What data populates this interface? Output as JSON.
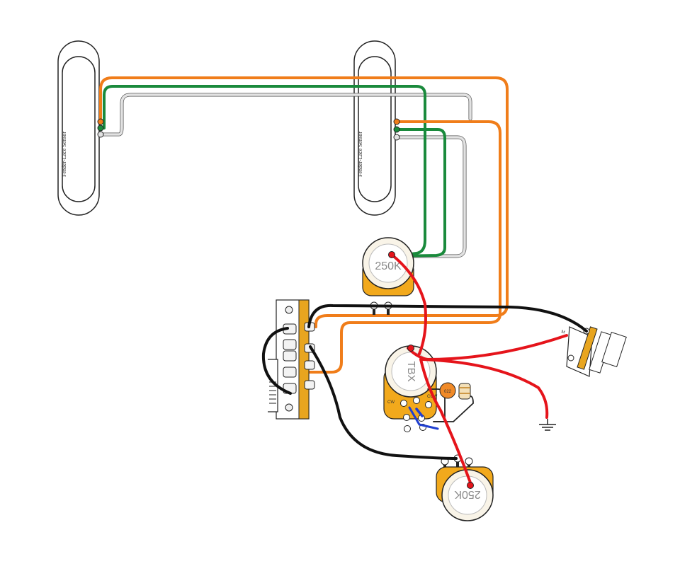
{
  "pickups": {
    "neck": {
      "brand_label": "Fender-Lace Sensor"
    },
    "bridge": {
      "brand_label": "Fender-Lace Sensor"
    }
  },
  "pots": {
    "volume": {
      "label": "250K"
    },
    "tbx": {
      "label": "TBX",
      "cw_label": "CW",
      "ccw_label": "CCW"
    },
    "tone": {
      "label": "250K"
    }
  },
  "capacitor": {
    "label": "022"
  },
  "jack": {
    "label": "M"
  },
  "colors": {
    "wire_orange": "#f07d1a",
    "wire_green": "#1a8a3c",
    "wire_white": "#d8d8d8",
    "wire_black": "#111111",
    "wire_red": "#e5141b",
    "wire_blue": "#1f3fd0",
    "pot_body": "#f2a91c",
    "pot_cap": "#f9f4e8",
    "switch_body": "#e8a51f",
    "cap_orange": "#f08a28"
  }
}
